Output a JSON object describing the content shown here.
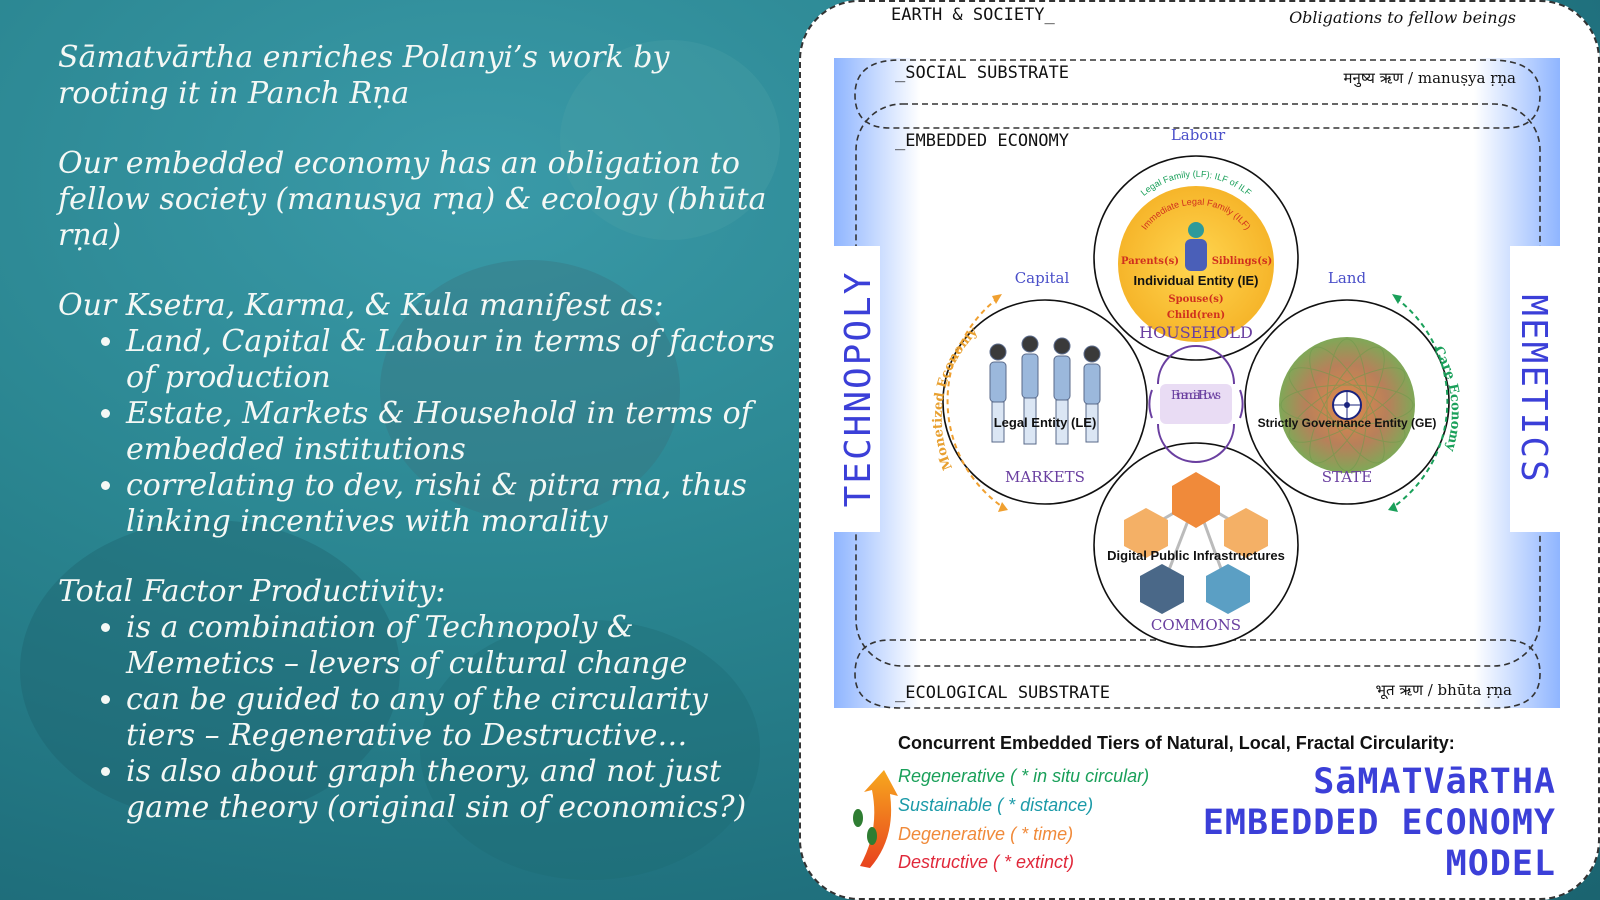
{
  "left_text": {
    "p1": "Sāmatvārtha enriches Polanyi’s work by rooting it in Panch Rṇa",
    "p2": "Our embedded economy has an obligation to fellow society (manusya rṇa) & ecology (bhūta rṇa)",
    "p3_intro": "Our Ksetra, Karma, & Kula manifest as:",
    "p3_items": [
      "Land, Capital & Labour in terms of factors of production",
      "Estate, Markets & Household in terms of embedded institutions",
      "correlating to dev, rishi & pitra rna, thus linking incentives with morality"
    ],
    "p4_intro": "Total Factor Productivity:",
    "p4_items": [
      "is a combination of Technopoly & Memetics – levers of cultural change",
      "can be guided to any of the circularity tiers – Regenerative to Destructive…",
      "is also about graph theory, and not just game theory (original sin of economics?)"
    ]
  },
  "diagram": {
    "earth_society": "EARTH & SOCIETY_",
    "obligations": "Obligations to fellow beings",
    "social_substrate": "_SOCIAL SUBSTRATE",
    "manusya": "मनुष्य ऋण / manuṣya ṛṇa",
    "embedded_economy": "_EMBEDDED ECONOMY",
    "ecological_substrate": "_ECOLOGICAL SUBSTRATE",
    "bhuta": "भूत ऋण / bhūta ṛṇa",
    "technopoly": "TECHNOPOLY",
    "memetics": "MEMETICS",
    "labour": "Labour",
    "capital": "Capital",
    "land": "Land",
    "household": {
      "arc_outer": "Legal Family (LF): ILF of ILF",
      "arc_inner": "Immediate Legal Family (ILF)",
      "parents": "Parents(s)",
      "siblings": "Siblings(s)",
      "entity": "Individual Entity (IE)",
      "spouse": "Spouse(s)",
      "children": "Child(ren)",
      "label": "HOUSEHOLD"
    },
    "markets": {
      "entity": "Legal Entity (LE)",
      "label": "MARKETS"
    },
    "state": {
      "entity": "Strictly Governance Entity (GE)",
      "label": "STATE"
    },
    "commons": {
      "entity": "Digital Public Infrastructures",
      "label": "COMMONS"
    },
    "financial_flows": "Financial Flows",
    "monetized_economy": "Monetized Economy",
    "care_economy": "Care Economy"
  },
  "tiers": {
    "title": "Concurrent Embedded Tiers of Natural, Local, Fractal Circularity:",
    "items": [
      {
        "label": "Regenerative ( * in situ circular)",
        "color": "#1aa05a"
      },
      {
        "label": "Sustainable ( * distance)",
        "color": "#1b9aa8"
      },
      {
        "label": "Degenerative ( * time)",
        "color": "#f08a3a"
      },
      {
        "label": "Destructive ( * extinct)",
        "color": "#e0283a"
      }
    ]
  },
  "brand": {
    "line1": "SāMATVāRTHA",
    "line2": "EMBEDDED ECONOMY",
    "line3": "MODEL",
    "color": "#3b3fd8"
  },
  "colors": {
    "household_fill": "#f7c63a",
    "state_fill": "#c97a52",
    "tech_band": "#a9c6ff",
    "accent_text": "#4a4fc9"
  }
}
